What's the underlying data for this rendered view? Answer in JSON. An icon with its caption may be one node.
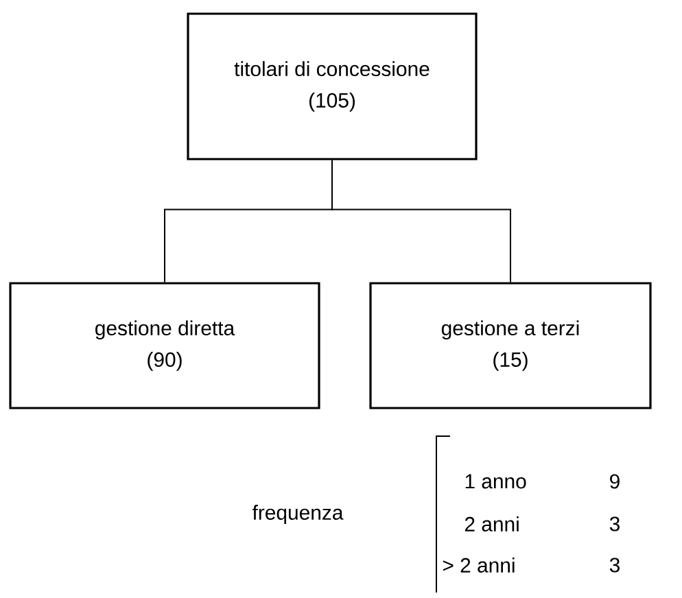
{
  "diagram": {
    "nodes": [
      {
        "text": [
          "titolari di concessione",
          "(105)"
        ]
      },
      {
        "text": [
          "gestione diretta",
          "(90)"
        ]
      },
      {
        "text": [
          "gestione a terzi",
          "(15)"
        ]
      }
    ],
    "edges": [
      {
        "from": 0,
        "to": 1,
        "arrow": "none"
      },
      {
        "from": 0,
        "to": 2,
        "arrow": "none"
      }
    ],
    "labels": [
      "frequenza",
      "1 anno",
      "9",
      "2 anni",
      "3",
      "> 2 anni",
      "3"
    ]
  }
}
